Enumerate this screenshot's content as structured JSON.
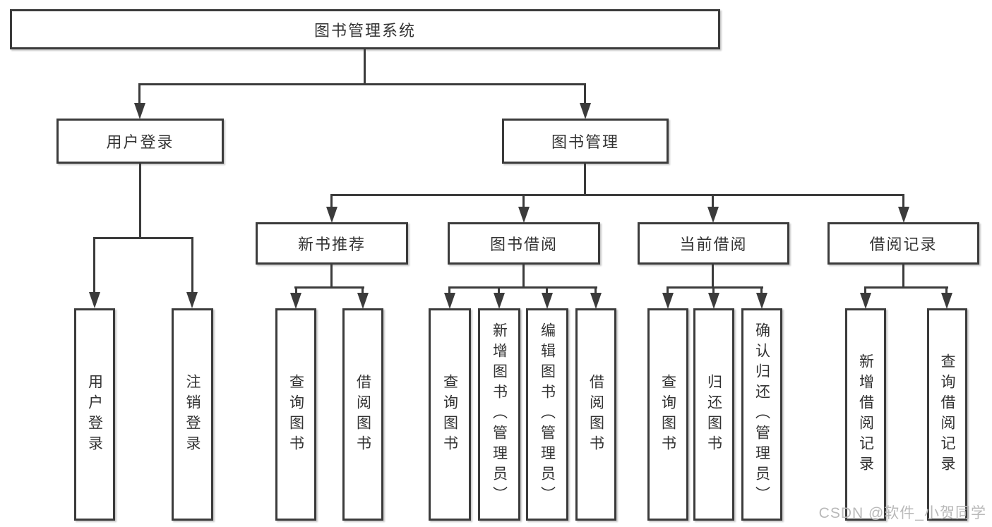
{
  "diagram": {
    "title": "图书管理系统",
    "branches": [
      {
        "label": "用户登录",
        "children": [
          {
            "label": "用户登录"
          },
          {
            "label": "注销登录"
          }
        ]
      },
      {
        "label": "图书管理",
        "children": [
          {
            "label": "新书推荐",
            "children": [
              {
                "label": "查询图书"
              },
              {
                "label": "借阅图书"
              }
            ]
          },
          {
            "label": "图书借阅",
            "children": [
              {
                "label": "查询图书"
              },
              {
                "label": "新增图书（管理员）"
              },
              {
                "label": "编辑图书（管理员）"
              },
              {
                "label": "借阅图书"
              }
            ]
          },
          {
            "label": "当前借阅",
            "children": [
              {
                "label": "查询图书"
              },
              {
                "label": "归还图书"
              },
              {
                "label": "确认归还（管理员）"
              }
            ]
          },
          {
            "label": "借阅记录",
            "children": [
              {
                "label": "新增借阅记录"
              },
              {
                "label": "查询借阅记录"
              }
            ]
          }
        ]
      }
    ]
  },
  "watermark": {
    "text": "CSDN @软件_小贺同学"
  },
  "colors": {
    "line": "#3b3b3b",
    "text": "#333333",
    "background": "#ffffff",
    "watermark": "#b9b9b9"
  }
}
